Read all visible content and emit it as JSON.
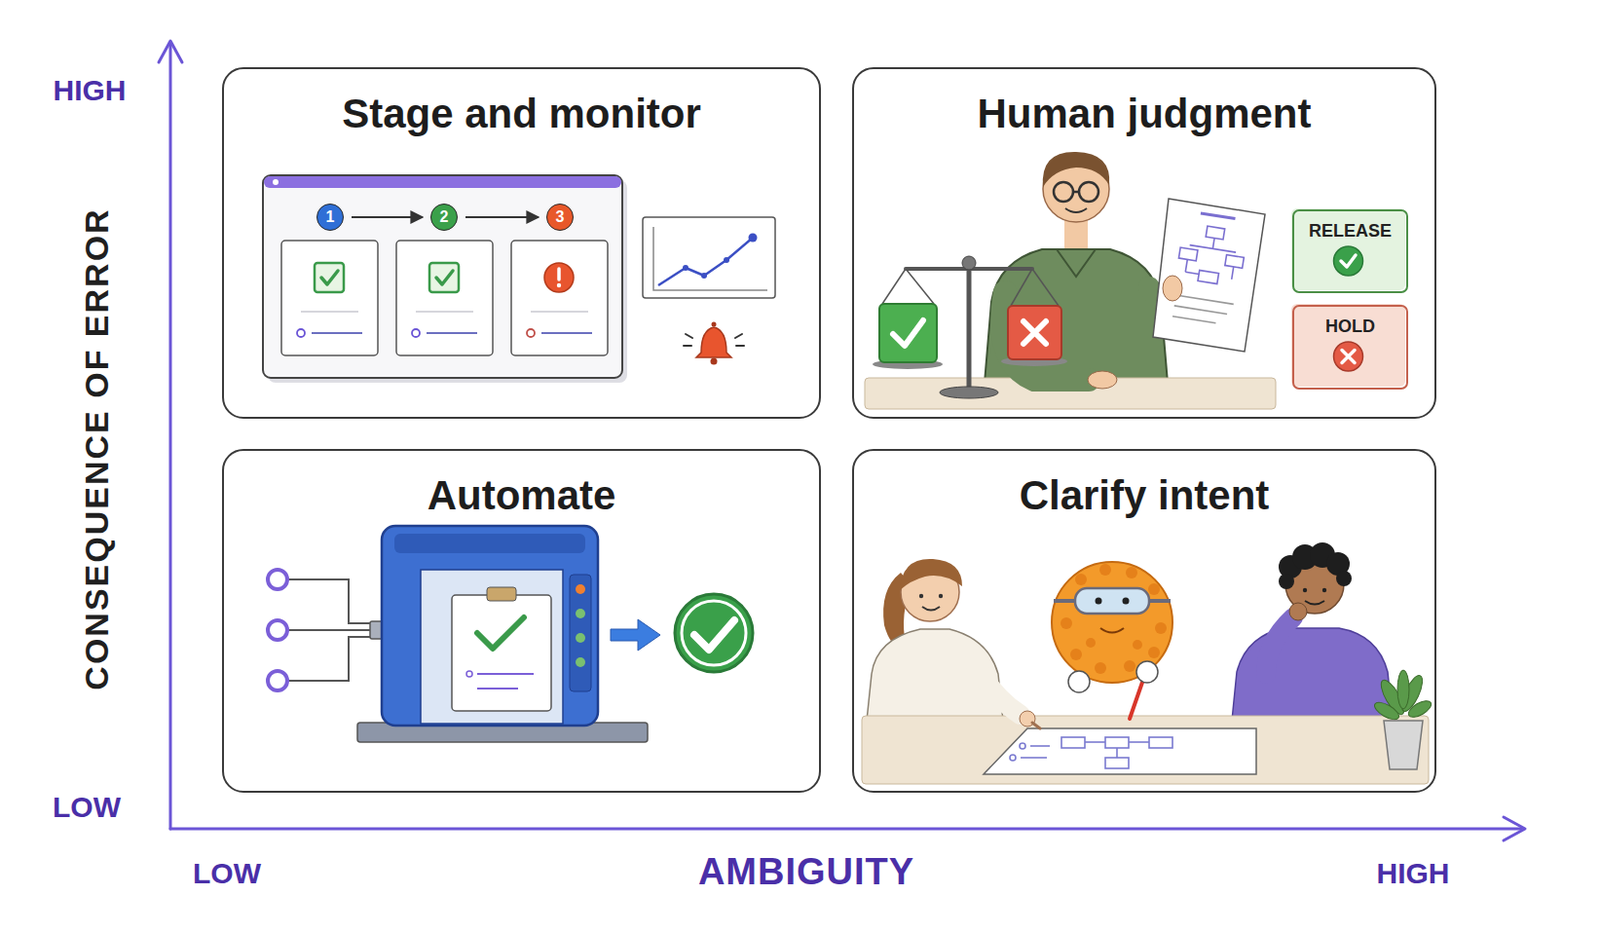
{
  "diagram": {
    "nodes": [
      {
        "text": [
          "Stage and monitor"
        ]
      },
      {
        "text": [
          "1"
        ],
        "in": 0
      },
      {
        "text": [
          "2"
        ],
        "in": 0
      },
      {
        "text": [
          "3"
        ],
        "in": 0
      },
      {
        "text": [
          "Human judgment"
        ]
      },
      {
        "text": [
          "RELEASE"
        ],
        "in": 4
      },
      {
        "text": [
          "HOLD"
        ],
        "in": 4
      },
      {
        "text": [
          "Automate"
        ]
      },
      {
        "text": [
          "Clarify intent"
        ]
      }
    ],
    "edges": [
      {
        "from": 1,
        "to": 2,
        "arrow": "to"
      },
      {
        "from": 2,
        "to": 3,
        "arrow": "to"
      }
    ],
    "labels": [
      "HIGH",
      "CONSEQUENCE OF ERROR",
      "LOW",
      "LOW",
      "AMBIGUITY",
      "HIGH"
    ]
  }
}
